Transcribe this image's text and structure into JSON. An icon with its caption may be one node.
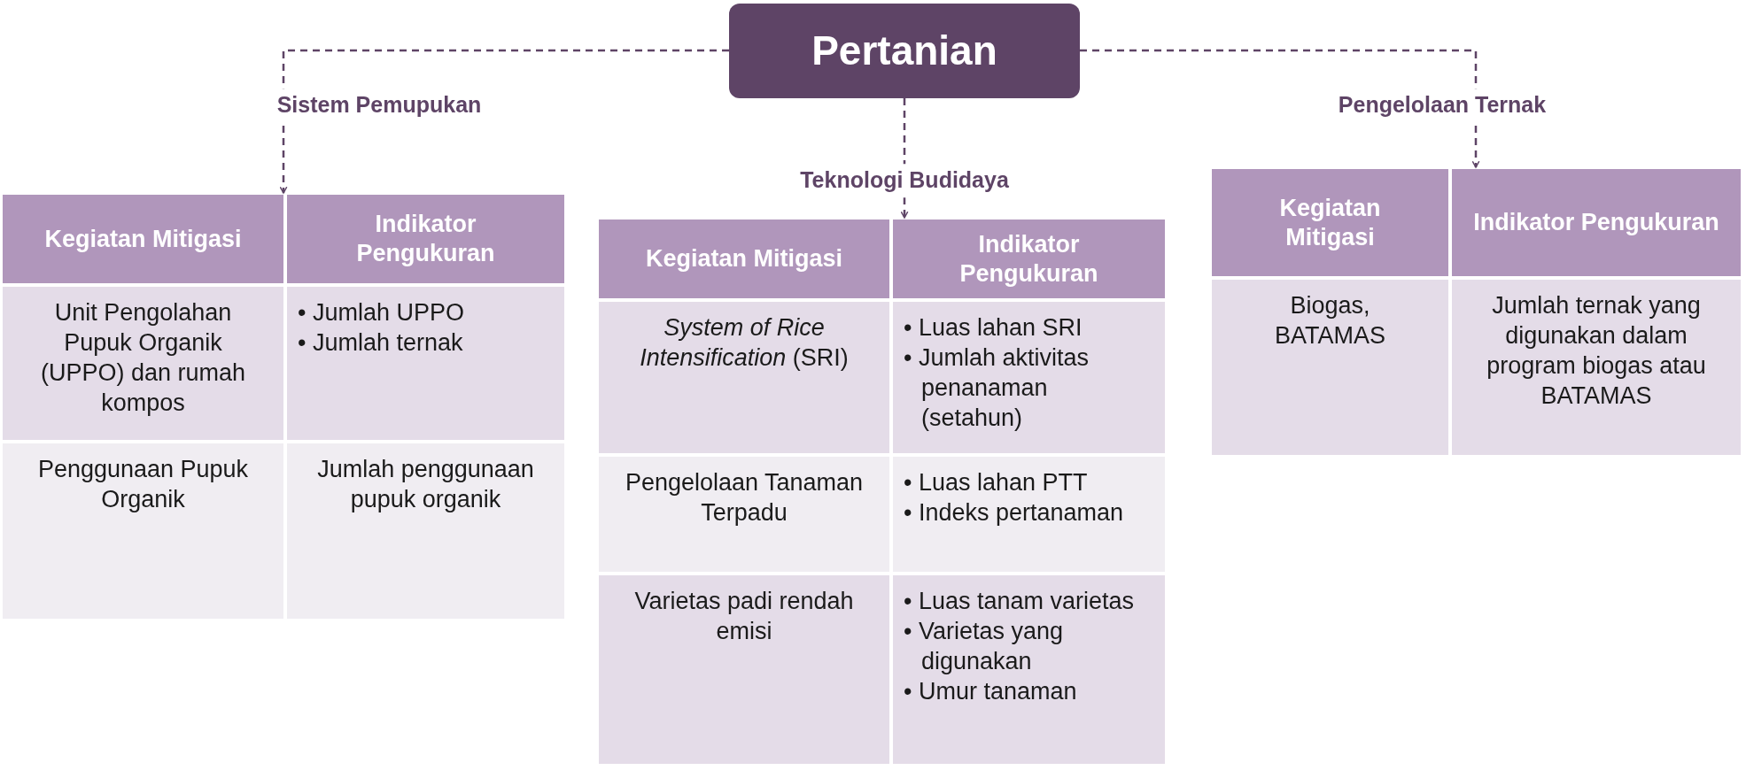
{
  "diagram": {
    "nodes": [
      {
        "text": [
          "Pertanian"
        ]
      },
      {
        "text": [],
        "shape": "box"
      },
      {
        "text": [
          "Kegiatan Mitigasi"
        ],
        "in": 1
      },
      {
        "text": [
          "Indikator Pengukuran"
        ],
        "in": 1
      },
      {
        "text": [
          "Unit Pengolahan Pupuk Organik (UPPO) dan rumah kompos"
        ],
        "in": 1
      },
      {
        "text": [
          "• Jumlah UPPO",
          "• Jumlah ternak"
        ],
        "in": 1
      },
      {
        "text": [
          "Penggunaan Pupuk Organik"
        ],
        "in": 1
      },
      {
        "text": [
          "Jumlah penggunaan pupuk organik"
        ],
        "in": 1
      },
      {
        "text": [],
        "shape": "box"
      },
      {
        "text": [
          "Kegiatan Mitigasi"
        ],
        "in": 8
      },
      {
        "text": [
          "Indikator Pengukuran"
        ],
        "in": 8
      },
      {
        "text": [
          "*System of Rice Intensification* (SRI)"
        ],
        "in": 8
      },
      {
        "text": [
          "• Luas lahan SRI",
          "• Jumlah aktivitas penanaman (setahun)"
        ],
        "in": 8
      },
      {
        "text": [
          "Pengelolaan Tanaman Terpadu"
        ],
        "in": 8
      },
      {
        "text": [
          "• Luas lahan PTT",
          "• Indeks pertanaman"
        ],
        "in": 8
      },
      {
        "text": [
          "Varietas padi rendah emisi"
        ],
        "in": 8
      },
      {
        "text": [
          "• Luas tanam varietas",
          "• Varietas yang digunakan",
          "• Umur tanaman"
        ],
        "in": 8
      },
      {
        "text": [],
        "shape": "box"
      },
      {
        "text": [
          "Kegiatan Mitigasi"
        ],
        "in": 17
      },
      {
        "text": [
          "Indikator Pengukuran"
        ],
        "in": 17
      },
      {
        "text": [
          "Biogas, BATAMAS"
        ],
        "in": 17
      },
      {
        "text": [
          "Jumlah ternak yang digunakan dalam program biogas atau BATAMAS"
        ],
        "in": 17
      }
    ],
    "edges": [
      {
        "from": 0,
        "to": 1,
        "arrow": "to",
        "label": "Sistem Pemupukan",
        "style": "dashed"
      },
      {
        "from": 0,
        "to": 8,
        "arrow": "to",
        "label": "Teknologi Budidaya",
        "style": "dashed"
      },
      {
        "from": 0,
        "to": 17,
        "arrow": "to",
        "label": "Pengelolaan Ternak",
        "style": "dashed"
      }
    ]
  }
}
